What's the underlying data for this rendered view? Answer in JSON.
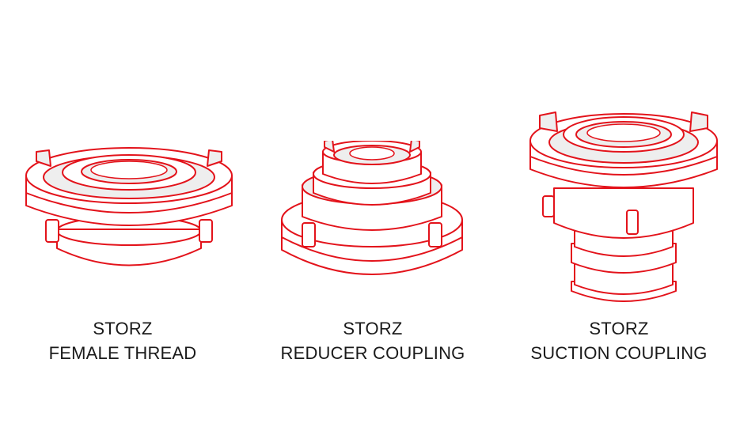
{
  "palette": {
    "outline": "#e3131b",
    "fill": "#ffffff",
    "shade": "#eeeeee",
    "text": "#1a1a1a"
  },
  "items": [
    {
      "icon": "storz-female-thread-coupling-icon",
      "line1": "STORZ",
      "line2": "FEMALE THREAD"
    },
    {
      "icon": "storz-reducer-coupling-icon",
      "line1": "STORZ",
      "line2": "REDUCER COUPLING"
    },
    {
      "icon": "storz-suction-coupling-icon",
      "line1": "STORZ",
      "line2": "SUCTION COUPLING"
    }
  ]
}
